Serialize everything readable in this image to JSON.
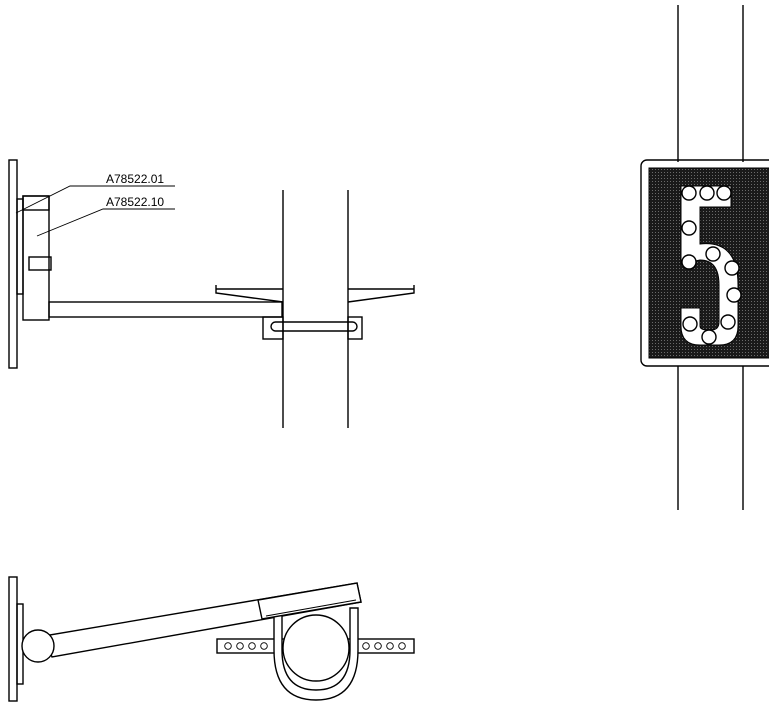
{
  "callouts": [
    {
      "id": "callout-1",
      "label": "A78522.01"
    },
    {
      "id": "callout-2",
      "label": "A78522.10"
    }
  ],
  "sign_front": {
    "digit": "5",
    "panel_color": "#222222",
    "frame_color": "#ffffff"
  }
}
